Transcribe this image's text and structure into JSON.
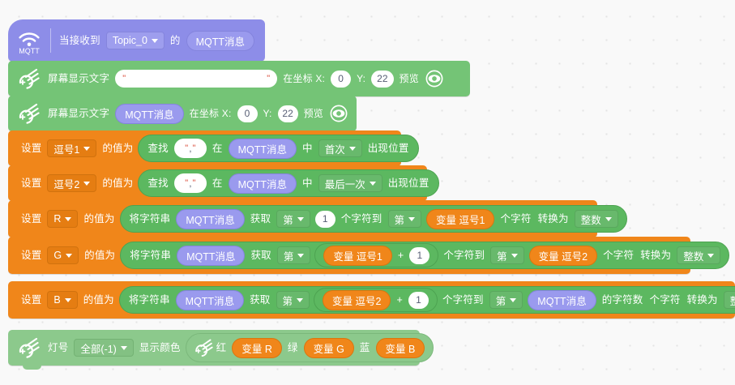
{
  "workspace": {
    "background_color": "#f9f9f9",
    "grid_dot_color": "#e4e4e4"
  },
  "palette": {
    "event_purple": "#8d8de8",
    "display_green": "#74c476",
    "variable_orange": "#f0861a",
    "led_green": "#8cc98c",
    "reporter_purple": "#9a9aee",
    "string_green": "#5cb860",
    "quote_red": "#d94b3a"
  },
  "blocks": {
    "hat": {
      "icon": "mqtt-wifi-icon",
      "icon_label": "MQTT",
      "text_when_receive": "当接收到",
      "topic": "Topic_0",
      "text_de": "的",
      "message_reporter": "MQTT消息"
    },
    "show_text_1": {
      "icon": "display-comet-icon",
      "label": "屏幕显示文字",
      "text_value": "",
      "quote_open": "\"",
      "quote_close": "\"",
      "at_coord_x_label": "在坐标 X:",
      "x": "0",
      "y_label": "Y:",
      "y": "22",
      "preview_label": "预览",
      "preview_icon": "eye-icon"
    },
    "show_text_2": {
      "icon": "display-comet-icon",
      "label": "屏幕显示文字",
      "message_reporter": "MQTT消息",
      "at_coord_x_label": "在坐标 X:",
      "x": "0",
      "y_label": "Y:",
      "y": "22",
      "preview_label": "预览",
      "preview_icon": "eye-icon"
    },
    "set_comma1": {
      "set_label": "设置",
      "variable": "逗号1",
      "value_label": "的值为",
      "find_label": "查找",
      "needle": ",",
      "in_label": "在",
      "haystack": "MQTT消息",
      "zhong_label": "中",
      "occurrence": "首次",
      "position_label": "出现位置"
    },
    "set_comma2": {
      "set_label": "设置",
      "variable": "逗号2",
      "value_label": "的值为",
      "find_label": "查找",
      "needle": ",",
      "in_label": "在",
      "haystack": "MQTT消息",
      "zhong_label": "中",
      "occurrence": "最后一次",
      "position_label": "出现位置"
    },
    "set_r": {
      "set_label": "设置",
      "variable": "R",
      "value_label": "的值为",
      "substring_label": "将字符串",
      "source": "MQTT消息",
      "get_label": "获取",
      "from_ordinal": "第",
      "from_index": "1",
      "chars_to_label": "个字符到",
      "to_ordinal": "第",
      "to_index_var": "变量 逗号1",
      "chars_label": "个字符",
      "convert_label": "转换为",
      "convert_type": "整数"
    },
    "set_g": {
      "set_label": "设置",
      "variable": "G",
      "value_label": "的值为",
      "substring_label": "将字符串",
      "source": "MQTT消息",
      "get_label": "获取",
      "from_ordinal": "第",
      "from_index_var": "变量 逗号1",
      "plus": "+",
      "from_offset": "1",
      "chars_to_label": "个字符到",
      "to_ordinal": "第",
      "to_index_var": "变量 逗号2",
      "chars_label": "个字符",
      "convert_label": "转换为",
      "convert_type": "整数"
    },
    "set_b": {
      "set_label": "设置",
      "variable": "B",
      "value_label": "的值为",
      "substring_label": "将字符串",
      "source": "MQTT消息",
      "get_label": "获取",
      "from_ordinal": "第",
      "from_index_var": "变量 逗号2",
      "plus": "+",
      "from_offset": "1",
      "chars_to_label": "个字符到",
      "to_ordinal": "第",
      "to_source": "MQTT消息",
      "length_label": "的字符数",
      "chars_label": "个字符",
      "convert_label": "转换为",
      "convert_type": "整数"
    },
    "led": {
      "icon": "display-comet-icon",
      "lamp_label": "灯号",
      "lamp_value": "全部(-1)",
      "show_color_label": "显示颜色",
      "color_icon": "display-comet-icon",
      "red_label": "红",
      "red_var": "变量 R",
      "green_label": "绿",
      "green_var": "变量 G",
      "blue_label": "蓝",
      "blue_var": "变量 B"
    }
  }
}
